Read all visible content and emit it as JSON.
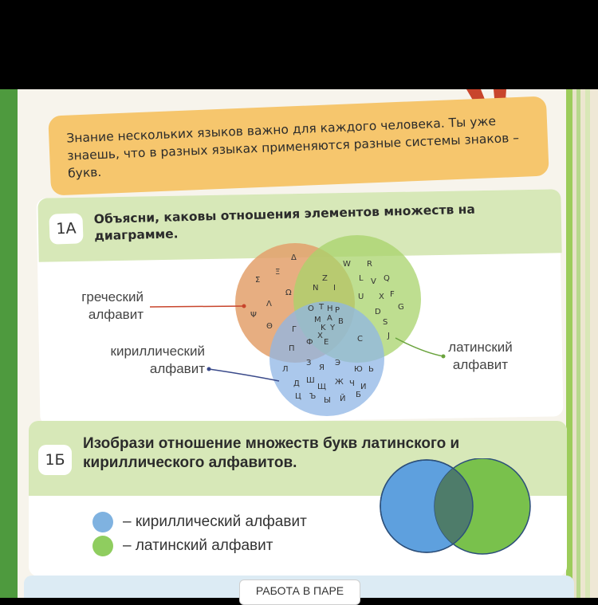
{
  "intro": {
    "text": "Знание нескольких языков важно для каждого человека. Ты уже знаешь, что в разных языках применяются разные системы знаков – букв."
  },
  "task1": {
    "badge": "1А",
    "title": "Объясни, каковы отношения элементов множеств на диаграмме.",
    "labels": {
      "greek": "греческий алфавит",
      "cyrillic": "кириллический алфавит",
      "latin": "латинский алфавит"
    },
    "letters": {
      "greek_only": [
        "Δ",
        "Σ",
        "Ξ",
        "Ω",
        "Λ",
        "Ψ",
        "Θ"
      ],
      "greek_latin": [
        "N",
        "Z",
        "I"
      ],
      "latin_only": [
        "W",
        "R",
        "L",
        "V",
        "Q",
        "U",
        "X",
        "F",
        "G",
        "D",
        "S",
        "J"
      ],
      "all_three": [
        "O",
        "T",
        "H",
        "P",
        "M",
        "A",
        "B",
        "X",
        "K",
        "Y",
        "E"
      ],
      "greek_cyrillic": [
        "Г",
        "П",
        "Ф"
      ],
      "latin_cyrillic": [
        "C"
      ],
      "cyrillic_only": [
        "Л",
        "З",
        "Я",
        "Э",
        "Ю",
        "Ь",
        "Д",
        "Ш",
        "Щ",
        "Ж",
        "Ч",
        "И",
        "Ц",
        "Ъ",
        "Ы",
        "Й",
        "Б"
      ]
    },
    "colors": {
      "greek": "#e3a06b",
      "latin": "#a8d36b",
      "cyrillic": "#8fb6e6"
    }
  },
  "task2": {
    "badge": "1Б",
    "title": "Изобрази отношение множеств букв латинского и кириллического алфавитов.",
    "legend": [
      {
        "label": "– кириллический алфавит",
        "color": "#7fb2e0"
      },
      {
        "label": "– латинский алфавит",
        "color": "#8fcd5f"
      }
    ],
    "colors": {
      "cyrillic": "#5ea0de",
      "latin": "#79c14c",
      "overlap": "#4e7c6a"
    }
  },
  "footer": {
    "tab": "РАБОТА В ПАРЕ"
  }
}
